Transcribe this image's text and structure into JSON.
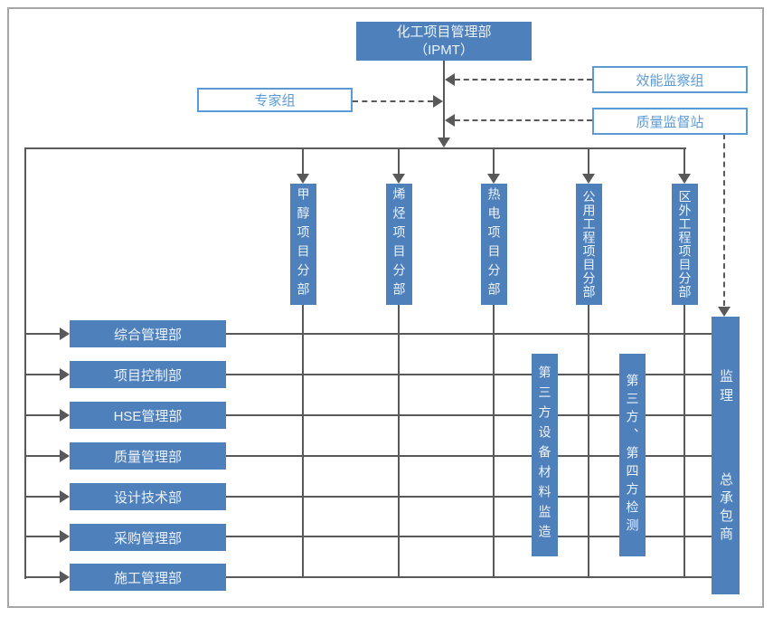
{
  "header": {
    "title_line1": "化工项目管理部",
    "title_line2": "（IPMT）"
  },
  "staff_units": {
    "expert_group": "专家组",
    "efficiency_inspection": "效能监察组",
    "quality_supervision_station": "质量监督站"
  },
  "project_divisions": [
    "甲醇项目分部",
    "烯烃项目分部",
    "热电项目分部",
    "公用工程项目分部",
    "区外工程项目分部"
  ],
  "departments": [
    "综合管理部",
    "项目控制部",
    "HSE管理部",
    "质量管理部",
    "设计技术部",
    "采购管理部",
    "施工管理部"
  ],
  "third_party_units": [
    "第三方设备材料监造",
    "第三方、第四方检测"
  ],
  "contractor_column": {
    "supervision": "监理",
    "general_contractor": "总承包商"
  },
  "colors": {
    "box_fill": "#4e80bc",
    "box_text": "#edf3fa",
    "outline_blue": "#5b9bd5",
    "connector_line": "#595959",
    "frame_border": "#a6a6a6"
  }
}
